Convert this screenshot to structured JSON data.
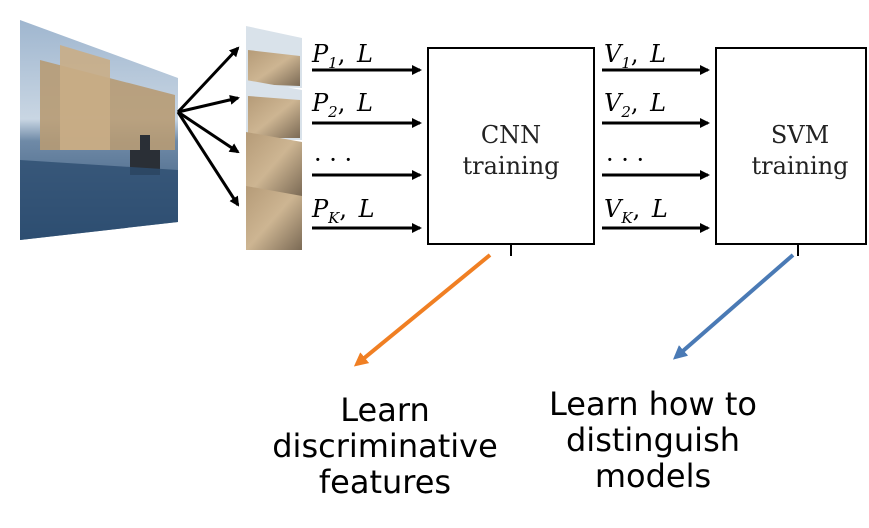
{
  "inputs": [
    {
      "symbol": "P",
      "sub": "1",
      "label": "L"
    },
    {
      "symbol": "P",
      "sub": "2",
      "label": "L"
    },
    {
      "ellipsis": "· · ·"
    },
    {
      "symbol": "P",
      "sub": "K",
      "label": "L"
    }
  ],
  "cnn_box": {
    "line1": "CNN",
    "line2": "training"
  },
  "outputs": [
    {
      "symbol": "V",
      "sub": "1",
      "label": "L"
    },
    {
      "symbol": "V",
      "sub": "2",
      "label": "L"
    },
    {
      "ellipsis": "· · ·"
    },
    {
      "symbol": "V",
      "sub": "K",
      "label": "L"
    }
  ],
  "svm_box": {
    "line1": "SVM",
    "line2": "training"
  },
  "captions": {
    "left": [
      "Learn",
      "discriminative",
      "features"
    ],
    "right": [
      "Learn how to",
      "distinguish",
      "models"
    ]
  },
  "colors": {
    "left_arrow": "#f07f23",
    "right_arrow": "#4a7ab5"
  }
}
